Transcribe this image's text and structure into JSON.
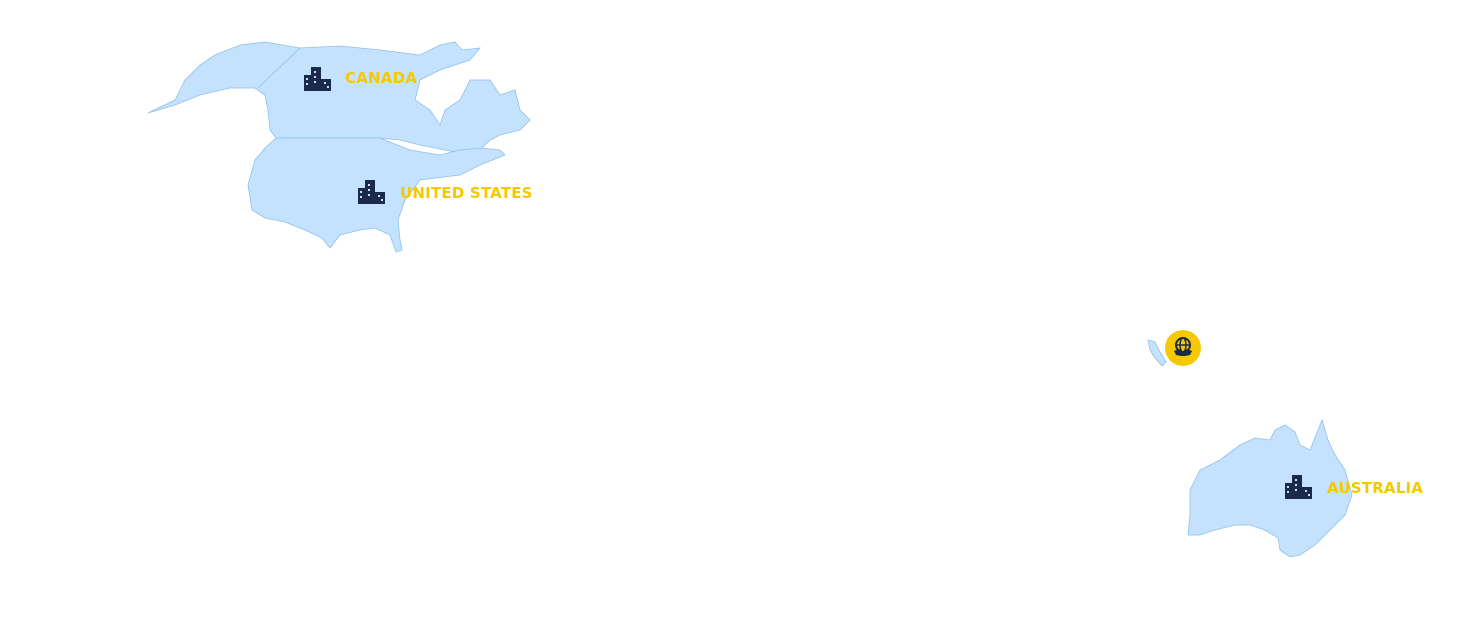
{
  "colors": {
    "land": "#c4e2fd",
    "border": "#8ec0ea",
    "label": "#f5c800",
    "icon": "#1b2a4a"
  },
  "locations": [
    {
      "name": "CANADA",
      "icon": "office-building-icon"
    },
    {
      "name": "UNITED STATES",
      "icon": "office-building-icon"
    },
    {
      "name": "AUSTRALIA",
      "icon": "office-building-icon"
    }
  ],
  "hub": {
    "icon": "globe-handshake-icon"
  }
}
